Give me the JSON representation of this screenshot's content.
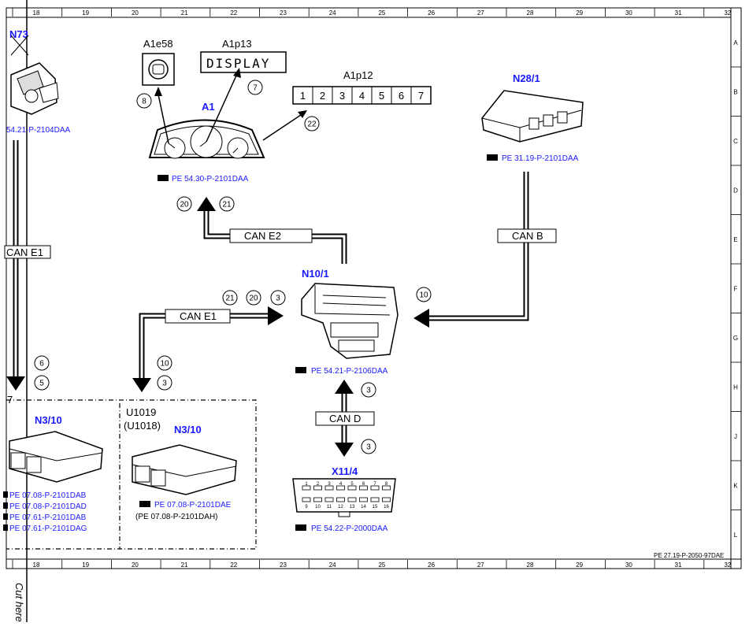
{
  "grid": {
    "columns": [
      "18",
      "19",
      "20",
      "21",
      "22",
      "23",
      "24",
      "25",
      "26",
      "27",
      "28",
      "29",
      "30",
      "31",
      "32"
    ],
    "rows": [
      "A",
      "B",
      "C",
      "D",
      "E",
      "F",
      "G",
      "H",
      "J",
      "K",
      "L"
    ],
    "drawing_number": "PE 27.19-P-2050-97DAE"
  },
  "side_note": "Cut here",
  "components": {
    "n73": {
      "label": "N73",
      "ref": "54.21-P-2104DAA"
    },
    "a1e58": {
      "label": "A1e58"
    },
    "a1p13": {
      "label": "A1p13",
      "display_text": "DISPLAY"
    },
    "a1p12": {
      "label": "A1p12",
      "segments": [
        "1",
        "2",
        "3",
        "4",
        "5",
        "6",
        "7"
      ]
    },
    "a1": {
      "label": "A1",
      "ref": "PE 54.30-P-2101DAA"
    },
    "n28_1": {
      "label": "N28/1",
      "ref": "PE 31.19-P-2101DAA"
    },
    "n10_1": {
      "label": "N10/1",
      "ref": "PE 54.21-P-2106DAA"
    },
    "x11_4": {
      "label": "X11/4",
      "ref": "PE 54.22-P-2000DAA",
      "pins_top": [
        "1",
        "2",
        "3",
        "4",
        "5",
        "6",
        "7",
        "8"
      ],
      "pins_bottom": [
        "9",
        "10",
        "11",
        "12",
        "13",
        "14",
        "15",
        "16"
      ]
    },
    "n3_10_left": {
      "label": "N3/10",
      "refs": [
        "PE 07.08-P-2101DAB",
        "PE 07.08-P-2101DAD",
        "PE 07.61-P-2101DAB",
        "PE 07.61-P-2101DAG"
      ]
    },
    "n3_10_right": {
      "label": "N3/10",
      "variant_1": "U1019",
      "variant_2": "(U1018)",
      "ref_1": "PE 07.08-P-2101DAE",
      "ref_2": "(PE 07.08-P-2101DAH)"
    }
  },
  "buses": {
    "can_e1_left": "CAN E1",
    "can_e1": "CAN E1",
    "can_e2": "CAN E2",
    "can_b": "CAN B",
    "can_d": "CAN D"
  },
  "callouts": {
    "c8": "8",
    "c7": "7",
    "c22": "22",
    "c20_top": "20",
    "c21_top": "21",
    "c21_mid": "21",
    "c20_mid": "20",
    "c3_mid": "3",
    "c10_right": "10",
    "c6": "6",
    "c5": "5",
    "c10_left": "10",
    "c3_left": "3",
    "c3_cand_top": "3",
    "c3_cand_bot": "3",
    "c7_edge": "7"
  },
  "colors": {
    "link": "#1a1aff",
    "line": "#000000"
  }
}
